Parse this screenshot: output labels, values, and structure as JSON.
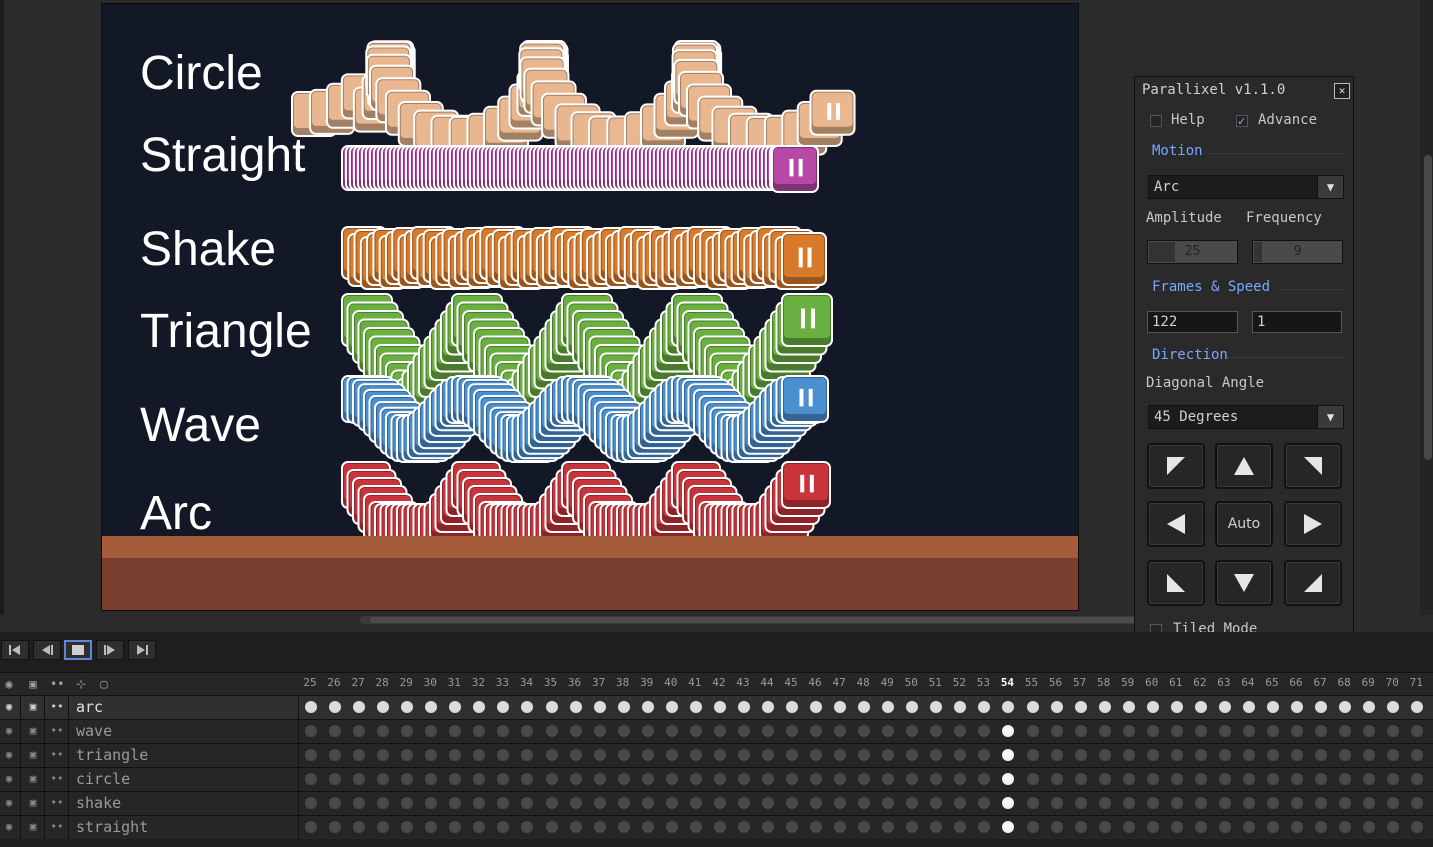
{
  "canvas": {
    "row_labels": [
      "Circle",
      "Straight",
      "Shake",
      "Triangle",
      "Wave",
      "Arc"
    ],
    "sprite_colors": {
      "circle": "#e8b78f",
      "straight": "#b848a8",
      "shake": "#d97a2a",
      "triangle": "#6ab040",
      "wave": "#4a8fd0",
      "arc": "#c8343a"
    },
    "floor_colors": {
      "top": "#a55d39",
      "bottom": "#7a3f2f"
    }
  },
  "panel": {
    "title": "Parallixel v1.1.0",
    "close_icon": "close-icon",
    "help_label": "Help",
    "help_checked": false,
    "advance_label": "Advance",
    "advance_checked": true,
    "motion_heading": "Motion",
    "motion_value": "Arc",
    "amplitude_label": "Amplitude",
    "frequency_label": "Frequency",
    "amplitude_value": "25",
    "frequency_value": "9",
    "frames_speed_heading": "Frames & Speed",
    "frames_value": "122",
    "speed_value": "1",
    "direction_heading": "Direction",
    "diagonal_angle_label": "Diagonal Angle",
    "diagonal_angle_value": "45 Degrees",
    "auto_label": "Auto",
    "tiled_mode_label": "Tiled Mode",
    "tiled_mode_checked": false,
    "direction_icons": [
      "arrow-up-left-icon",
      "arrow-up-icon",
      "arrow-up-right-icon",
      "arrow-left-icon",
      "arrow-right-icon",
      "arrow-down-left-icon",
      "arrow-down-icon",
      "arrow-down-right-icon"
    ]
  },
  "timeline": {
    "playback_icons": [
      "first-frame-icon",
      "prev-frame-icon",
      "play-stop-icon",
      "next-frame-icon",
      "last-frame-icon"
    ],
    "frames": [
      "25",
      "26",
      "27",
      "28",
      "29",
      "30",
      "31",
      "32",
      "33",
      "34",
      "35",
      "36",
      "37",
      "38",
      "39",
      "40",
      "41",
      "42",
      "43",
      "44",
      "45",
      "46",
      "47",
      "48",
      "49",
      "50",
      "51",
      "52",
      "53",
      "54",
      "55",
      "56",
      "57",
      "58",
      "59",
      "60",
      "61",
      "62",
      "63",
      "64",
      "65",
      "66",
      "67",
      "68",
      "69",
      "70",
      "71"
    ],
    "current_frame": "54",
    "layers": [
      {
        "name": "arc",
        "selected": true
      },
      {
        "name": "wave",
        "selected": false
      },
      {
        "name": "triangle",
        "selected": false
      },
      {
        "name": "circle",
        "selected": false
      },
      {
        "name": "shake",
        "selected": false
      },
      {
        "name": "straight",
        "selected": false
      }
    ]
  }
}
